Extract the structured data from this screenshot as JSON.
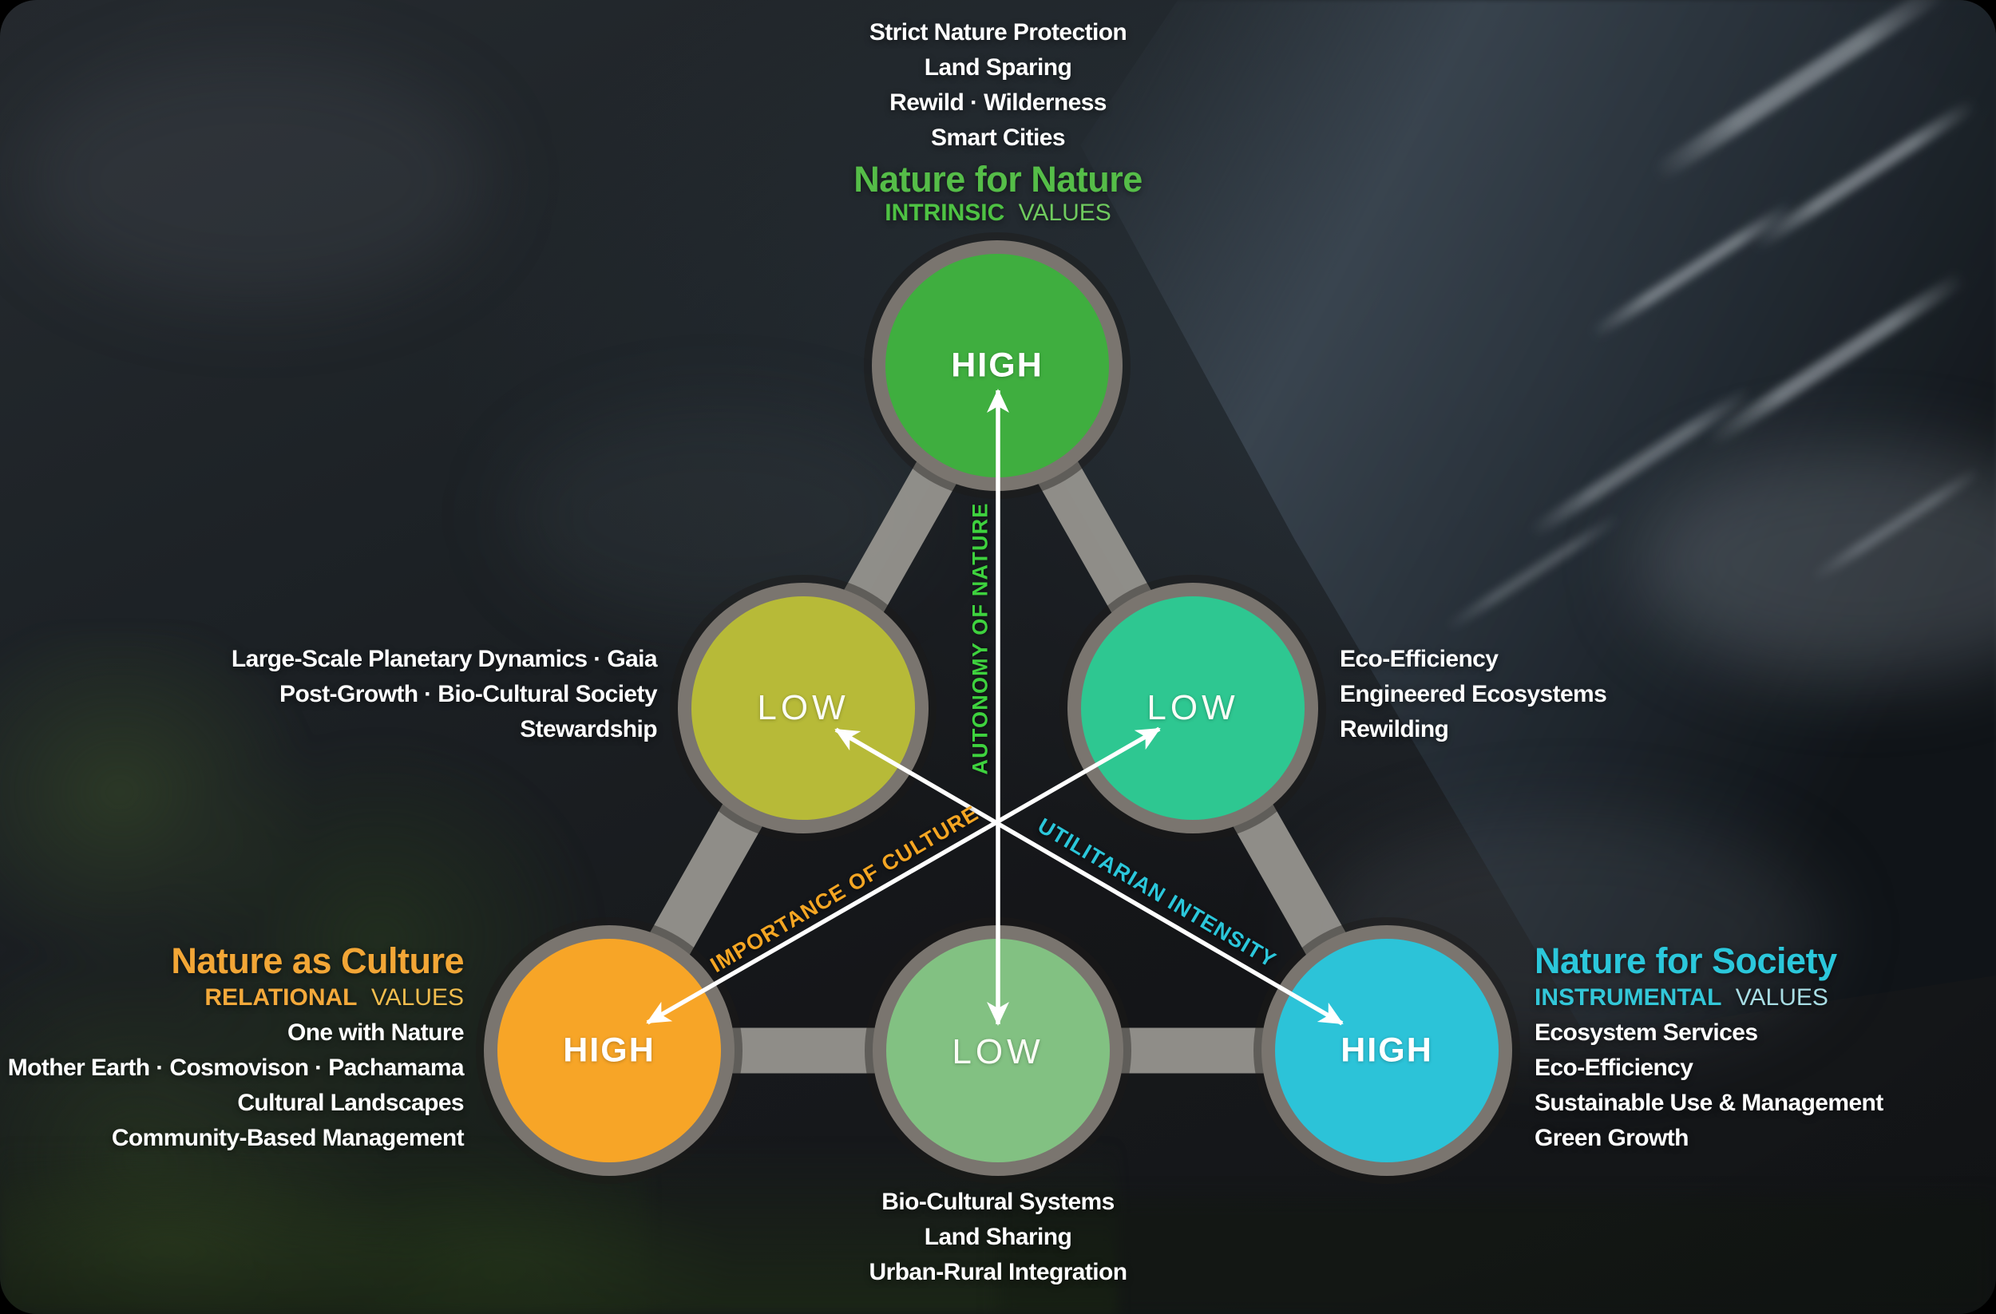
{
  "diagram": {
    "band_color": "#96938e",
    "ring_color": "#7a756f",
    "arrow_color": "#ffffff"
  },
  "axes": {
    "autonomy": {
      "label": "AUTONOMY OF NATURE",
      "color": "#3ed23e"
    },
    "culture": {
      "label": "IMPORTANCE OF CULTURE",
      "color": "#f5a623"
    },
    "utilitarian": {
      "label": "UTILITARIAN INTENSITY",
      "color": "#2bc7db"
    }
  },
  "nodes": [
    {
      "id": "top",
      "level": "HIGH",
      "color": "#3fae3f"
    },
    {
      "id": "mid_left",
      "level": "LOW",
      "color": "#b7ba38"
    },
    {
      "id": "mid_right",
      "level": "LOW",
      "color": "#2ec791"
    },
    {
      "id": "bottom_left",
      "level": "HIGH",
      "color": "#f7a527"
    },
    {
      "id": "bottom_center",
      "level": "LOW",
      "color": "#82c182"
    },
    {
      "id": "bottom_right",
      "level": "HIGH",
      "color": "#2cc3d8"
    }
  ],
  "perspectives": {
    "nature": {
      "title": "Nature for Nature",
      "values_bold": "INTRINSIC",
      "values_light": "VALUES",
      "color": "#55bd48",
      "items": [
        "Strict Nature Protection",
        "Land Sparing",
        "Rewild · Wilderness",
        "Smart Cities"
      ]
    },
    "culture": {
      "title": "Nature as Culture",
      "values_bold": "RELATIONAL",
      "values_light": "VALUES",
      "color": "#f2a636",
      "items": [
        "One with Nature",
        "Mother Earth · Cosmovison · Pachamama",
        "Cultural Landscapes",
        "Community-Based Management"
      ]
    },
    "society": {
      "title": "Nature for Society",
      "values_bold": "INSTRUMENTAL",
      "values_light": "VALUES",
      "color": "#2bc7db",
      "items": [
        "Ecosystem Services",
        "Eco-Efficiency",
        "Sustainable Use & Management",
        "Green Growth"
      ]
    }
  },
  "side_lists": {
    "planetary": [
      "Large-Scale Planetary Dynamics · Gaia",
      "Post-Growth · Bio-Cultural Society",
      "Stewardship"
    ],
    "engineered": [
      "Eco-Efficiency",
      "Engineered Ecosystems",
      "Rewilding"
    ],
    "biocultural": [
      "Bio-Cultural Systems",
      "Land Sharing",
      "Urban-Rural Integration"
    ]
  }
}
